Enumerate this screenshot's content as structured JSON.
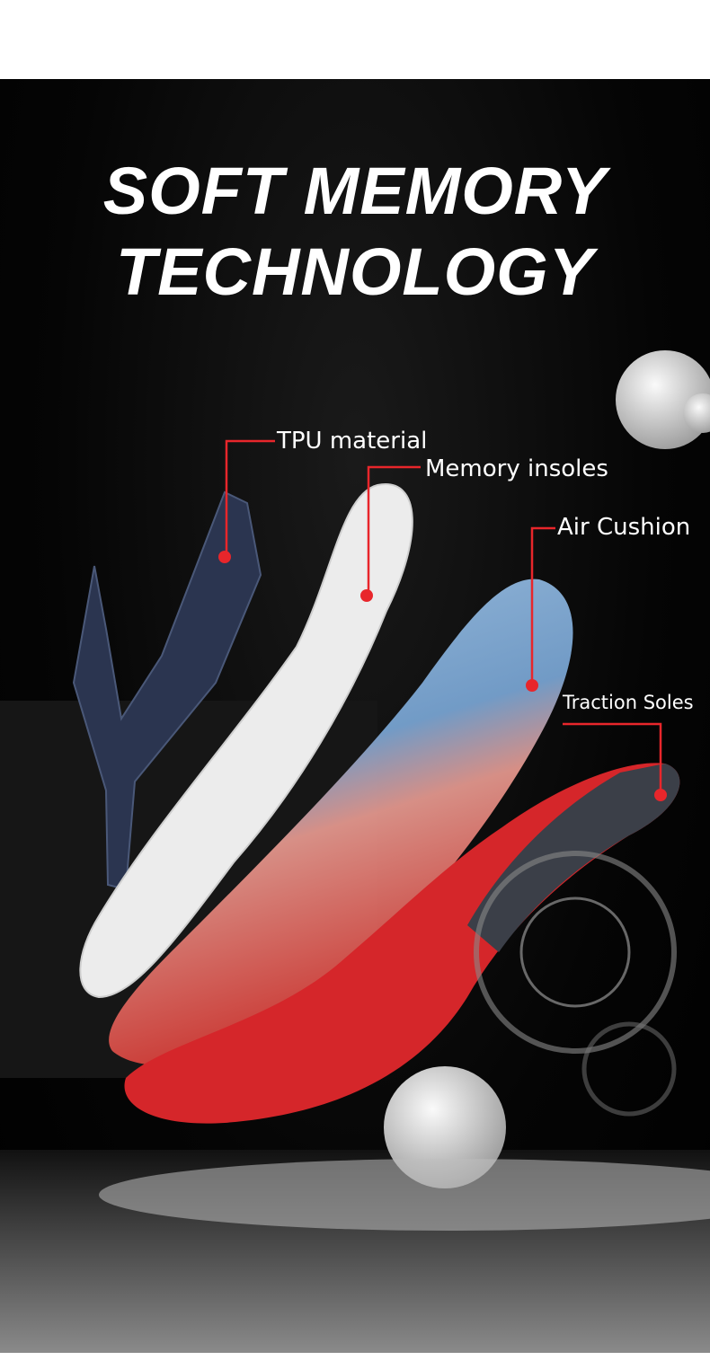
{
  "headline": {
    "line1": "SOFT MEMORY",
    "line2": "TECHNOLOGY"
  },
  "callouts": [
    {
      "label": "TPU material"
    },
    {
      "label": "Memory insoles"
    },
    {
      "label": "Air Cushion"
    },
    {
      "label": "Traction Soles"
    }
  ],
  "colors": {
    "background": "#000000",
    "accent_red": "#e8262b",
    "text": "#ffffff"
  }
}
